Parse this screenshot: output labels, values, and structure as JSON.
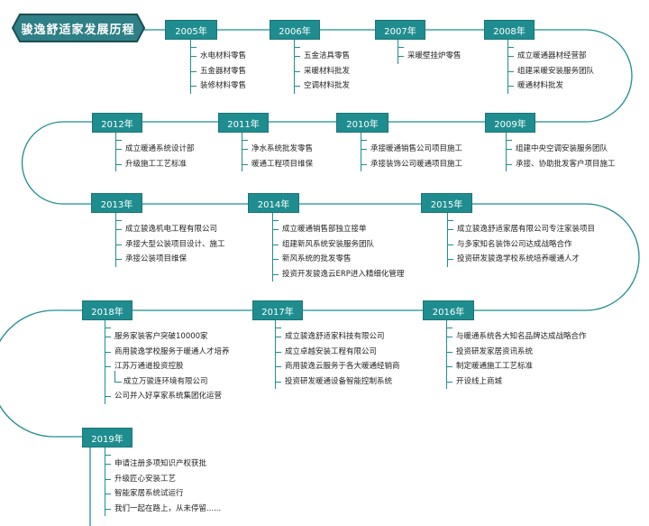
{
  "title": "骏逸舒适家发展历程",
  "milestones": [
    {
      "year": "2005年",
      "items": [
        "水电材料零售",
        "五金器材零售",
        "装修材料零售"
      ]
    },
    {
      "year": "2006年",
      "items": [
        "五金洁具零售",
        "采暖材料批发",
        "空调材料批发"
      ]
    },
    {
      "year": "2007年",
      "items": [
        "采暖壁挂炉零售"
      ]
    },
    {
      "year": "2008年",
      "items": [
        "成立暖通器材经营部",
        "组建采暖安装服务团队",
        "暖通材料批发"
      ]
    },
    {
      "year": "2009年",
      "items": [
        "组建中央空调安装服务团队",
        "承接、协助批发客户项目施工"
      ]
    },
    {
      "year": "2010年",
      "items": [
        "承接暖通销售公司项目施工",
        "承接装饰公司暖通项目施工"
      ]
    },
    {
      "year": "2011年",
      "items": [
        "净水系统批发零售",
        "暖通工程项目维保"
      ]
    },
    {
      "year": "2012年",
      "items": [
        "成立暖通系统设计部",
        "升级施工工艺标准"
      ]
    },
    {
      "year": "2013年",
      "items": [
        "成立骏逸机电工程有限公司",
        "承接大型公装项目设计、施工",
        "承接公装项目维保"
      ]
    },
    {
      "year": "2014年",
      "items": [
        "成立暖通销售部独立接单",
        "组建新风系统安装服务团队",
        "新风系统的批发零售",
        "投资开发骏逸云ERP进入精细化管理"
      ]
    },
    {
      "year": "2015年",
      "items": [
        "成立骏逸舒适家居有限公司专注家装项目",
        "与多家知名装饰公司达成战略合作",
        "投资研发骏逸学校系统培养暖通人才"
      ]
    },
    {
      "year": "2016年",
      "items": [
        "与暖通系统各大知名品牌达成战略合作",
        "投资研发家居资讯系统",
        "制定暖通施工工艺标准",
        "开设线上商城"
      ]
    },
    {
      "year": "2017年",
      "items": [
        "成立骏逸舒适家科技有限公司",
        "成立卓越安装工程有限公司",
        "商用骏逸云服务于各大暖通经销商",
        "投资研发暖通设备智能控制系统"
      ]
    },
    {
      "year": "2018年",
      "items": [
        "服务家装客户突破10000家",
        "商用骏逸学校服务于暖通人才培养",
        "江苏万通道投资控股",
        "成立万骏连环境有限公司",
        "公司并入好享家系统集团化运营"
      ]
    },
    {
      "year": "2019年",
      "items": [
        "申请注册多项知识产权获批",
        "升级匠心安装工艺",
        "智能家居系统试运行",
        "我们一起在路上，从未停留......"
      ]
    }
  ],
  "colors": {
    "accent": "#1f8d8f",
    "title_fill": "#2f7f86",
    "title_border": "#1b4f55",
    "line": "#1f8d8f"
  }
}
